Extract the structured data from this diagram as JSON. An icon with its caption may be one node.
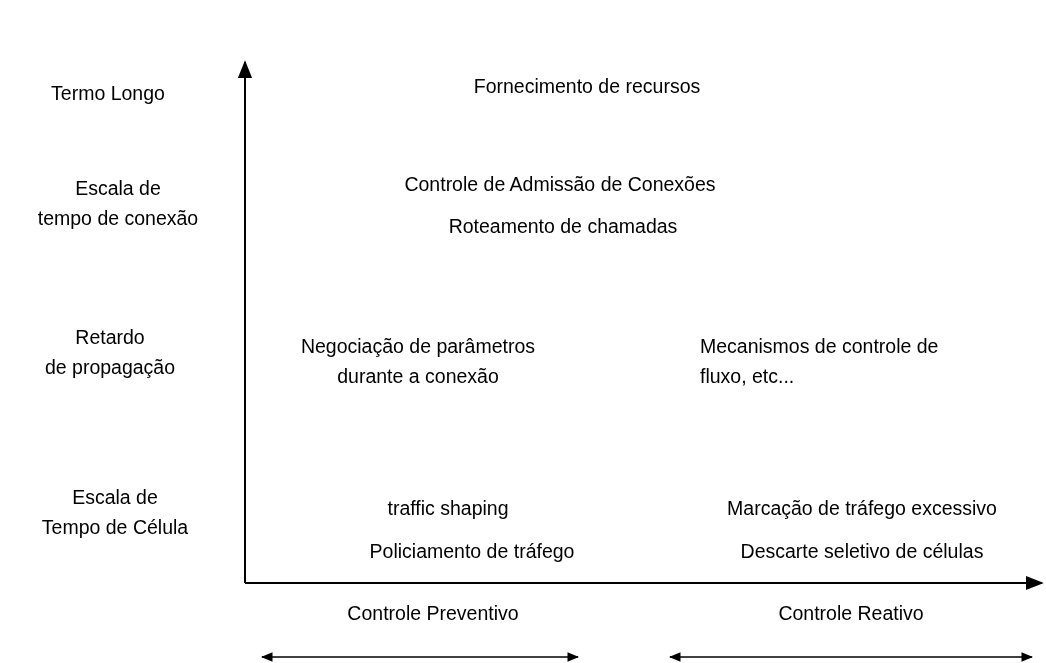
{
  "diagram": {
    "labels": [
      "Termo Longo",
      "Fornecimento de recursos",
      "Escala de tempo de conexão",
      "Controle de Admissão de Conexões",
      "Roteamento de chamadas",
      "Retardo de propagação",
      "Negociação de parâmetros durante a conexão",
      "Mecanismos de controle de fluxo, etc...",
      "Escala de Tempo de Célula",
      "traffic shaping",
      "Marcação de tráfego excessivo",
      "Policiamento de tráfego",
      "Descarte seletivo de células",
      "Controle Preventivo",
      "Controle Reativo"
    ]
  }
}
